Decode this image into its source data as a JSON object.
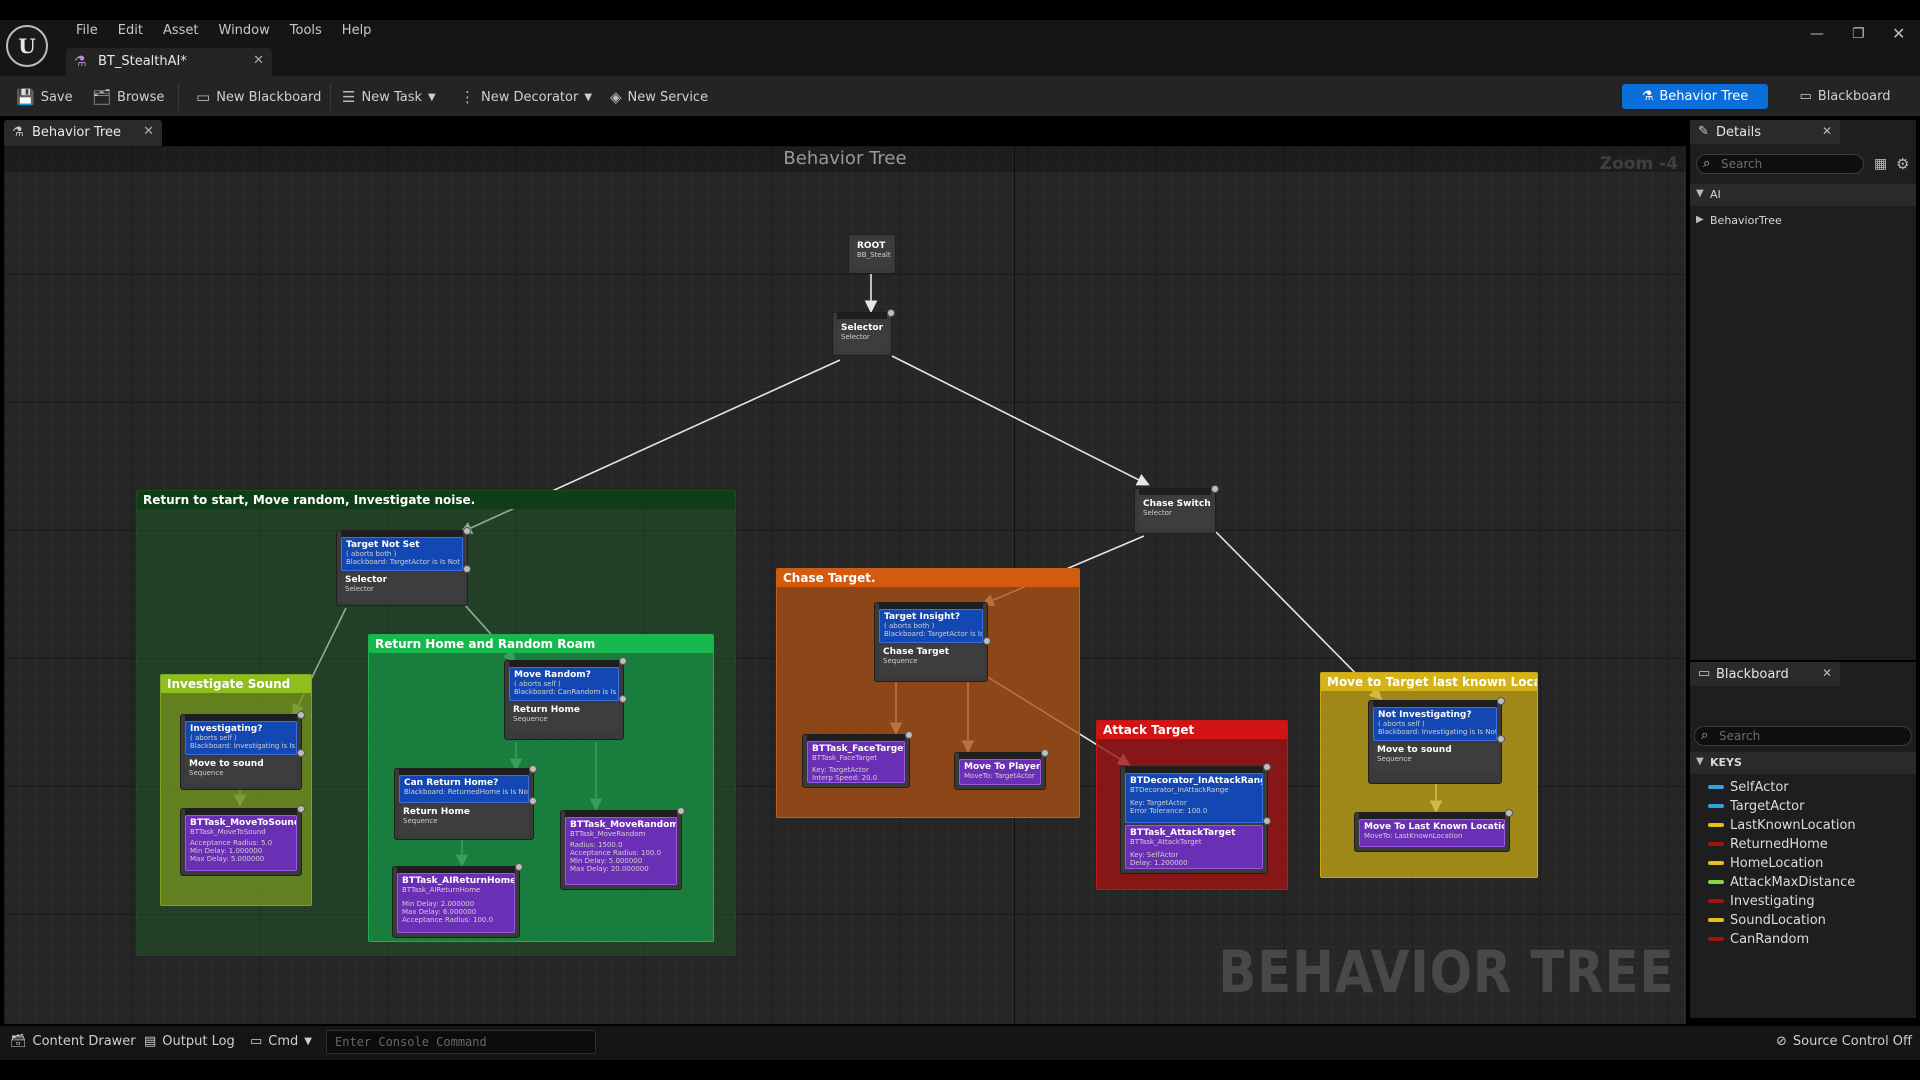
{
  "app": {
    "logo_text": "U",
    "menu": [
      "File",
      "Edit",
      "Asset",
      "Window",
      "Tools",
      "Help"
    ],
    "document_tab": "BT_StealthAI*"
  },
  "toolbar": {
    "save": "Save",
    "browse": "Browse",
    "new_blackboard": "New Blackboard",
    "new_task": "New Task",
    "new_decorator": "New Decorator",
    "new_service": "New Service",
    "mode_behavior_tree": "Behavior Tree",
    "mode_blackboard": "Blackboard"
  },
  "graph": {
    "tab_label": "Behavior Tree",
    "title": "Behavior Tree",
    "zoom": "Zoom -4",
    "watermark": "BEHAVIOR TREE",
    "comments": {
      "return_start": "Return to start, Move random, Investigate noise.",
      "investigate_sound": "Investigate Sound",
      "return_home": "Return Home and Random Roam",
      "chase_target": "Chase Target.",
      "attack_target": "Attack Target",
      "move_last_known": "Move to Target last known Location."
    },
    "nodes": {
      "root": {
        "title": "ROOT",
        "sub": "BB_Stealth"
      },
      "selector": {
        "title": "Selector",
        "sub": "Selector"
      },
      "chase_switch": {
        "title": "Chase Switch",
        "sub": "Selector"
      },
      "target_not_set": {
        "deco": "Target Not Set",
        "deco_l1": "( aborts both )",
        "deco_l2": "Blackboard: TargetActor is Is Not Set",
        "title": "Selector",
        "sub": "Selector"
      },
      "investigating": {
        "deco": "Investigating?",
        "deco_l1": "( aborts self )",
        "deco_l2": "Blackboard: Investigating is Is Set",
        "title": "Move to sound",
        "sub": "Sequence"
      },
      "move_to_sound_task": {
        "title": "BTTask_MoveToSound",
        "sub": "BTTask_MoveToSound",
        "l1": "Acceptance Radius: 5.0",
        "l2": "Min Delay: 1.000000",
        "l3": "Max Delay: 5.000000"
      },
      "move_random": {
        "deco": "Move Random?",
        "deco_l1": "( aborts self )",
        "deco_l2": "Blackboard: CanRandom is Is Set",
        "title": "Return Home",
        "sub": "Sequence"
      },
      "can_return_home": {
        "deco": "Can Return Home?",
        "deco_l2": "Blackboard: ReturnedHome is Is Not Set",
        "title": "Return Home",
        "sub": "Sequence"
      },
      "move_random_task": {
        "title": "BTTask_MoveRandom",
        "sub": "BTTask_MoveRandom",
        "l1": "Radius: 1500.0",
        "l2": "Acceptance Radius: 100.0",
        "l3": "Min Delay: 5.000000",
        "l4": "Max Delay: 20.000000"
      },
      "return_home_task": {
        "title": "BTTask_AIReturnHome",
        "sub": "BTTask_AIReturnHome",
        "l1": "Min Delay: 2.000000",
        "l2": "Max Delay: 6.000000",
        "l3": "Acceptance Radius: 100.0"
      },
      "target_insight": {
        "deco": "Target Insight?",
        "deco_l1": "( aborts both )",
        "deco_l2": "Blackboard: TargetActor is Is Set",
        "title": "Chase Target",
        "sub": "Sequence"
      },
      "face_target_task": {
        "title": "BTTask_FaceTarget",
        "sub": "BTTask_FaceTarget",
        "l1": "Key: TargetActor",
        "l2": "Interp Speed: 20.0"
      },
      "move_to_player": {
        "title": "Move To Player",
        "sub": "MoveTo: TargetActor"
      },
      "attack": {
        "deco": "BTDecorator_InAttackRange",
        "deco_l1": "BTDecorator_InAttackRange",
        "deco_l2": "Key: TargetActor",
        "deco_l3": "Error Tolerance: 100.0",
        "title": "BTTask_AttackTarget",
        "sub": "BTTask_AttackTarget",
        "l1": "Key: SelfActor",
        "l2": "Delay: 1.200000"
      },
      "not_investigating": {
        "deco": "Not Investigating?",
        "deco_l1": "( aborts self )",
        "deco_l2": "Blackboard: Investigating is Is Not Set",
        "title": "Move to sound",
        "sub": "Sequence"
      },
      "move_last_known_task": {
        "title": "Move To Last Known Location",
        "sub": "MoveTo: LastKnownLocation"
      }
    }
  },
  "details": {
    "tab": "Details",
    "search_placeholder": "Search",
    "categories": [
      "AI",
      "BehaviorTree"
    ]
  },
  "blackboard": {
    "tab": "Blackboard",
    "search_placeholder": "Search",
    "keys_header": "KEYS",
    "keys": [
      {
        "name": "SelfActor",
        "color": "#2fa3e0"
      },
      {
        "name": "TargetActor",
        "color": "#2fa3e0"
      },
      {
        "name": "LastKnownLocation",
        "color": "#e8c01b"
      },
      {
        "name": "ReturnedHome",
        "color": "#a01414"
      },
      {
        "name": "HomeLocation",
        "color": "#e8c01b"
      },
      {
        "name": "AttackMaxDistance",
        "color": "#8fd14a"
      },
      {
        "name": "Investigating",
        "color": "#a01414"
      },
      {
        "name": "SoundLocation",
        "color": "#e8c01b"
      },
      {
        "name": "CanRandom",
        "color": "#a01414"
      }
    ]
  },
  "statusbar": {
    "content_drawer": "Content Drawer",
    "output_log": "Output Log",
    "cmd": "Cmd",
    "console_placeholder": "Enter Console Command",
    "source_control": "Source Control Off"
  }
}
